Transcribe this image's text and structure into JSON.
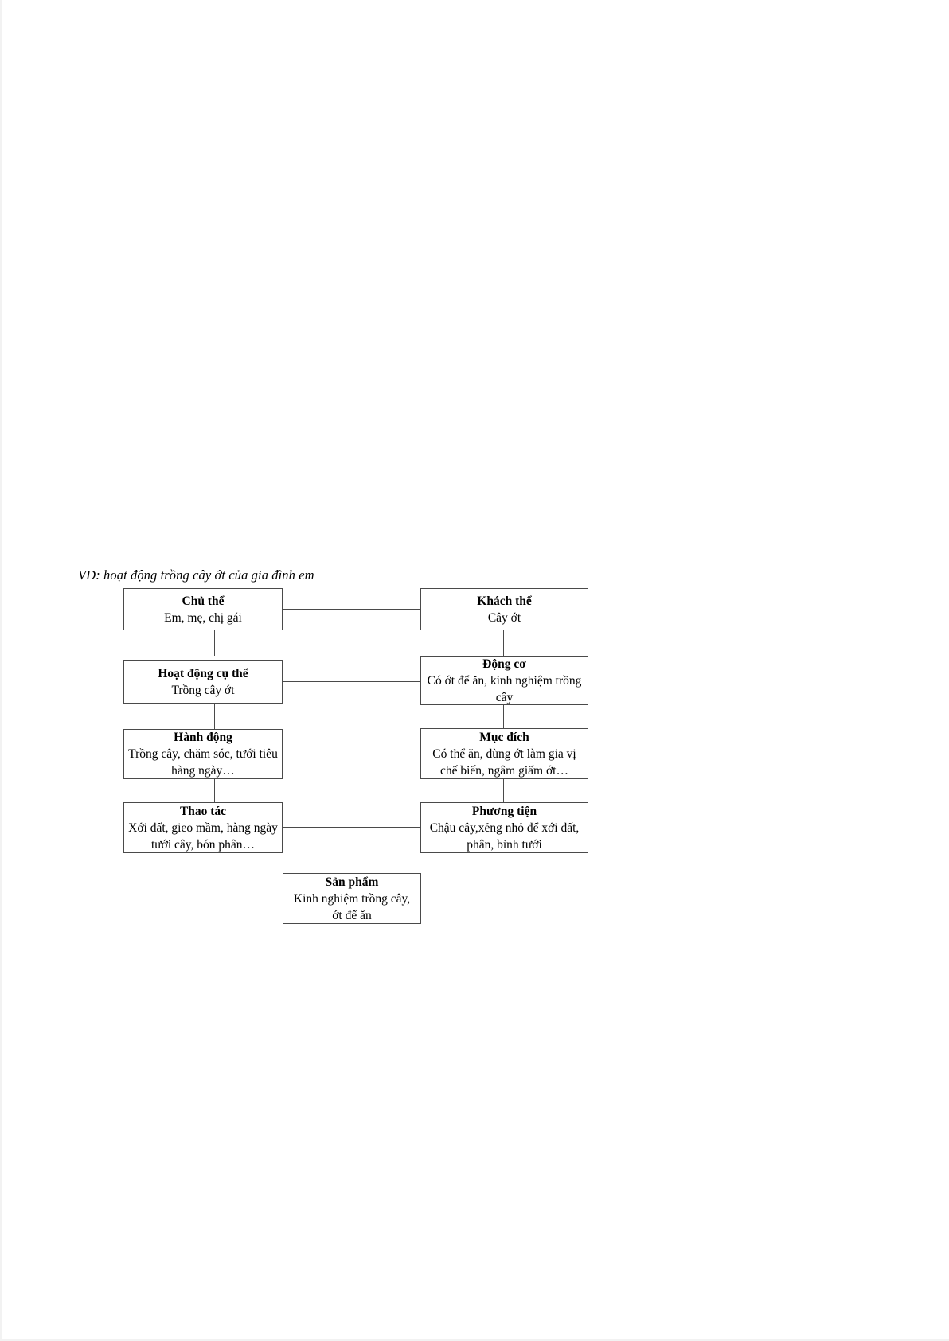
{
  "document": {
    "caption": "VD: hoạt động trồng cây ớt của gia đình em"
  },
  "diagram": {
    "type": "activity-theory-flowchart",
    "nodes": [
      {
        "id": "chu-the",
        "title": "Chủ thể",
        "body": "Em, mẹ, chị gái",
        "column": "left",
        "row": 1
      },
      {
        "id": "khach-the",
        "title": "Khách thể",
        "body": "Cây ớt",
        "column": "right",
        "row": 1
      },
      {
        "id": "hoat-dong",
        "title": "Hoạt động cụ thể",
        "body": "Trồng cây ớt",
        "column": "left",
        "row": 2
      },
      {
        "id": "dong-co",
        "title": "Động cơ",
        "body": "Có ớt để ăn, kinh nghiệm trồng cây",
        "column": "right",
        "row": 2
      },
      {
        "id": "hanh-dong",
        "title": "Hành động",
        "body": "Trồng cây, chăm sóc, tưới tiêu hàng ngày…",
        "column": "left",
        "row": 3
      },
      {
        "id": "muc-dich",
        "title": "Mục đích",
        "body": "Có thể ăn, dùng ớt làm gia vị chế biến, ngâm giấm ớt…",
        "column": "right",
        "row": 3
      },
      {
        "id": "thao-tac",
        "title": "Thao tác",
        "body": "Xới đất, gieo mầm, hàng ngày tưới cây, bón phân…",
        "column": "left",
        "row": 4
      },
      {
        "id": "phuong-tien",
        "title": "Phương tiện",
        "body": "Chậu cây,xẻng nhỏ để xới đất, phân, bình tưới",
        "column": "right",
        "row": 4
      },
      {
        "id": "san-pham",
        "title": "Sản phẩm",
        "body": "Kinh nghiệm trồng cây, ớt để ăn",
        "column": "center",
        "row": 5
      }
    ],
    "edges": [
      {
        "from": "chu-the",
        "to": "khach-the",
        "orientation": "horizontal"
      },
      {
        "from": "chu-the",
        "to": "hoat-dong",
        "orientation": "vertical"
      },
      {
        "from": "khach-the",
        "to": "dong-co",
        "orientation": "vertical"
      },
      {
        "from": "hoat-dong",
        "to": "dong-co",
        "orientation": "horizontal"
      },
      {
        "from": "hoat-dong",
        "to": "hanh-dong",
        "orientation": "vertical"
      },
      {
        "from": "dong-co",
        "to": "muc-dich",
        "orientation": "vertical"
      },
      {
        "from": "hanh-dong",
        "to": "muc-dich",
        "orientation": "horizontal"
      },
      {
        "from": "hanh-dong",
        "to": "thao-tac",
        "orientation": "vertical"
      },
      {
        "from": "muc-dich",
        "to": "phuong-tien",
        "orientation": "vertical"
      },
      {
        "from": "thao-tac",
        "to": "phuong-tien",
        "orientation": "horizontal"
      }
    ],
    "colors": {
      "box_border": "#4a4a4a",
      "line": "#4a4a4a",
      "text": "#000000",
      "background": "#ffffff"
    }
  }
}
